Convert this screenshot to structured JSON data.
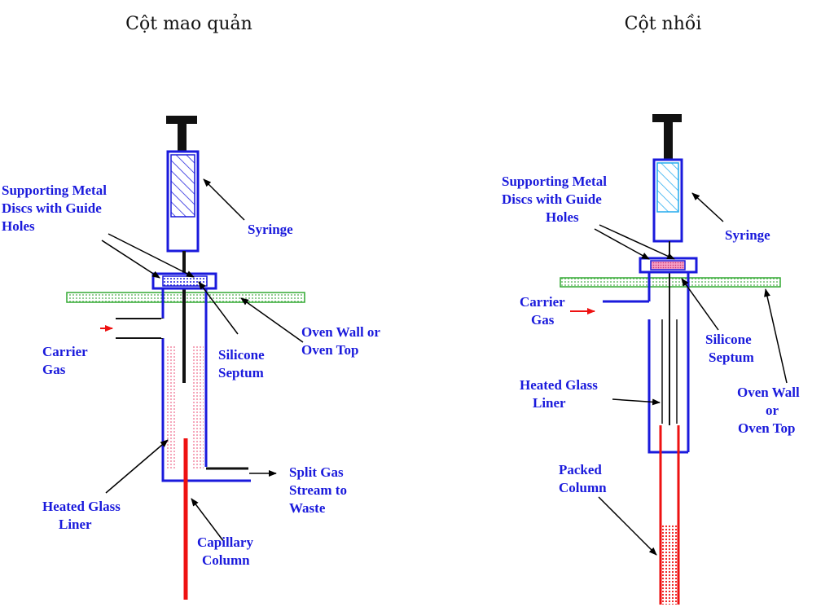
{
  "titles": {
    "left": "Cột mao quản",
    "right": "Cột nhồi"
  },
  "left_panel": {
    "supporting": [
      "Supporting Metal",
      "Discs with Guide",
      "Holes"
    ],
    "syringe": "Syringe",
    "carrier": [
      "Carrier",
      "Gas"
    ],
    "septum": [
      "Silicone",
      "Septum"
    ],
    "oven": [
      "Oven Wall or",
      "Oven Top"
    ],
    "split": [
      "Split Gas",
      "Stream to",
      "Waste"
    ],
    "liner": [
      "Heated Glass",
      "Liner"
    ],
    "column": [
      "Capillary",
      "Column"
    ]
  },
  "right_panel": {
    "supporting": [
      "Supporting Metal",
      "Discs with Guide",
      "Holes"
    ],
    "syringe": "Syringe",
    "carrier": [
      "Carrier",
      "Gas"
    ],
    "septum": [
      "Silicone",
      "Septum"
    ],
    "liner": [
      "Heated Glass",
      "Liner"
    ],
    "oven": [
      "Oven Wall",
      "or",
      "Oven Top"
    ],
    "column": [
      "Packed",
      "Column"
    ]
  },
  "colors": {
    "blue": "#1a1adc",
    "red": "#ee1111",
    "green": "#33aa33",
    "pink": "#ee77aa",
    "light_blue": "#22aaee"
  }
}
